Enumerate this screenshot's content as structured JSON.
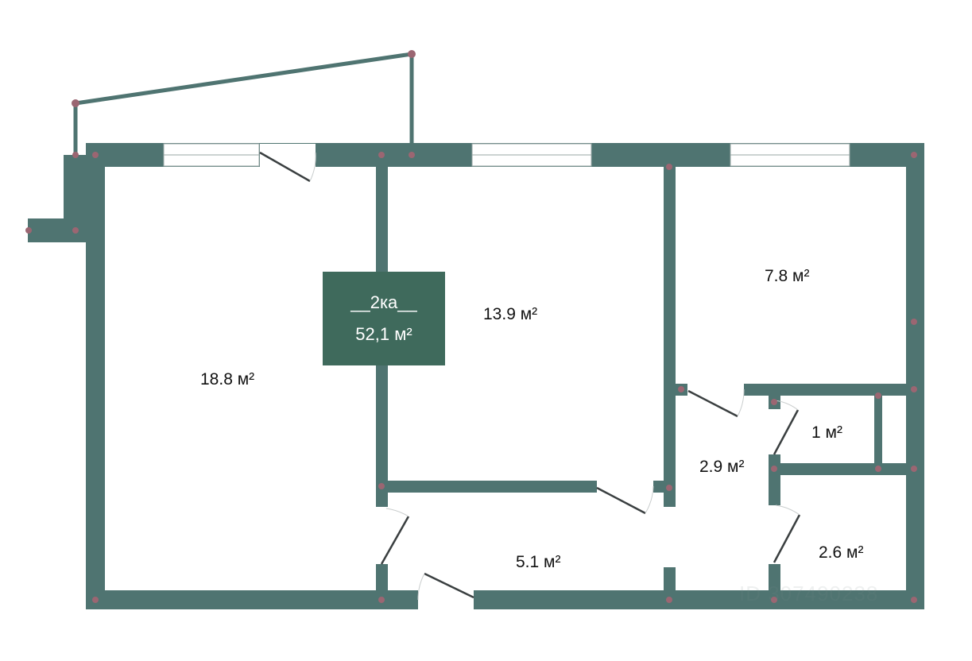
{
  "rooms": [
    {
      "id": "living",
      "area": "18.8 м²"
    },
    {
      "id": "bedroom",
      "area": "13.9 м²"
    },
    {
      "id": "small_room",
      "area": "7.8 м²"
    },
    {
      "id": "corridor",
      "area": "2.9 м²"
    },
    {
      "id": "toilet",
      "area": "1 м²"
    },
    {
      "id": "hall",
      "area": "5.1 м²"
    },
    {
      "id": "bathroom",
      "area": "2.6 м²"
    }
  ],
  "summary": {
    "type": "__2ка__",
    "total_area": "52,1 м²"
  },
  "watermark": "ID 307490238",
  "colors": {
    "wall": "#4f7471",
    "badge": "#3f6a5c",
    "node": "#9b6672"
  }
}
